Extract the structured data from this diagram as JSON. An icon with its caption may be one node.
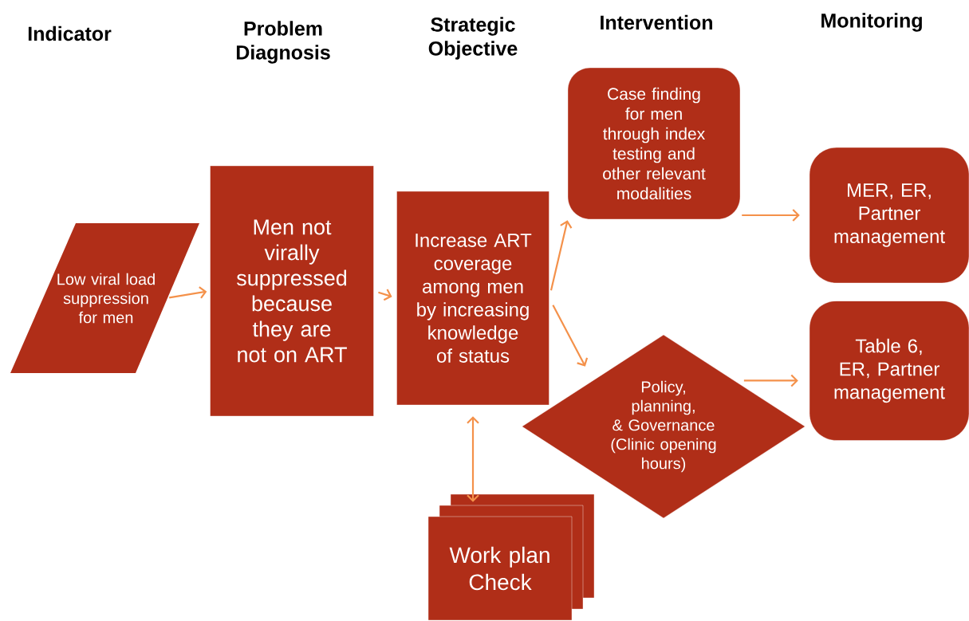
{
  "diagram": {
    "nodes": [
      {
        "text": [
          "Low viral load suppression for men"
        ]
      },
      {
        "text": [
          "Men not virally suppressed because they are not on ART"
        ]
      },
      {
        "text": [
          "Increase ART coverage among men by increasing knowledge of status"
        ]
      },
      {
        "text": [
          "Case finding for men through index testing and other relevant modalities"
        ]
      },
      {
        "text": [
          "Policy, planning, & Governance (Clinic opening hours)"
        ]
      },
      {
        "text": [
          "MER, ER, Partner management"
        ]
      },
      {
        "text": [
          "Table 6, ER, Partner management"
        ]
      },
      {
        "text": [
          "Work plan Check"
        ]
      }
    ],
    "edges": [
      {
        "from": 0,
        "to": 1,
        "arrow": "to"
      },
      {
        "from": 1,
        "to": 2,
        "arrow": "to"
      },
      {
        "from": 2,
        "to": 3,
        "arrow": "to"
      },
      {
        "from": 2,
        "to": 4,
        "arrow": "to"
      },
      {
        "from": 3,
        "to": 5,
        "arrow": "to"
      },
      {
        "from": 4,
        "to": 6,
        "arrow": "to"
      },
      {
        "from": 2,
        "to": 7,
        "arrow": "both"
      }
    ],
    "labels": [
      "Indicator",
      "Problem Diagnosis",
      "Strategic Objective",
      "Intervention",
      "Monitoring"
    ]
  }
}
